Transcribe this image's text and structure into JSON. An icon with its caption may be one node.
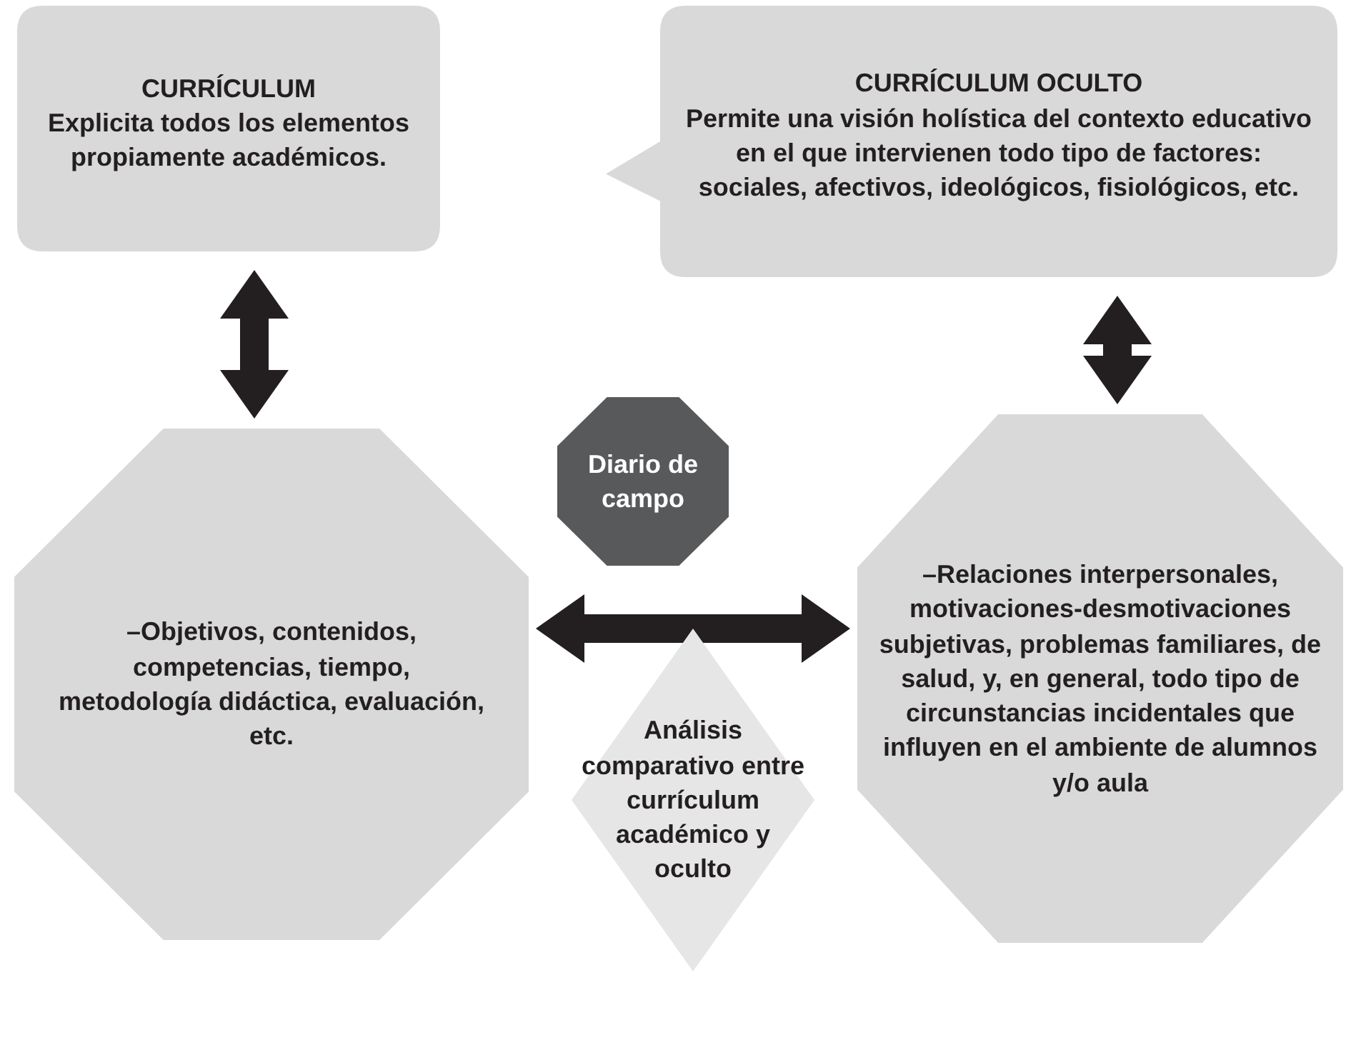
{
  "diagram": {
    "nodes": [
      {
        "text": [
          "CURRÍCULUM",
          "Explicita todos los elementos propiamente académicos."
        ]
      },
      {
        "text": [
          "CURRÍCULUM OCULTO",
          "Permite una visión holística del contexto educativo en el que intervienen todo tipo de factores: sociales, afectivos, ideológicos, fisiológicos, etc."
        ]
      },
      {
        "text": [
          "–Objetivos, contenidos, competencias, tiempo, metodología didáctica, evaluación, etc."
        ]
      },
      {
        "text": [
          "Diario de campo"
        ]
      },
      {
        "text": [
          "–Relaciones interpersonales, motivaciones-desmotivaciones subjetivas, problemas familiares, de salud, y, en general, todo tipo de circunstancias incidentales que influyen en el ambiente de alumnos y/o aula"
        ]
      },
      {
        "text": [
          "Análisis comparativo entre currículum académico y oculto"
        ]
      }
    ],
    "edges": [
      {
        "from": 0,
        "to": 2,
        "arrow": "both"
      },
      {
        "from": 1,
        "to": 4,
        "arrow": "both"
      },
      {
        "from": 2,
        "to": 4,
        "arrow": "both"
      }
    ]
  }
}
